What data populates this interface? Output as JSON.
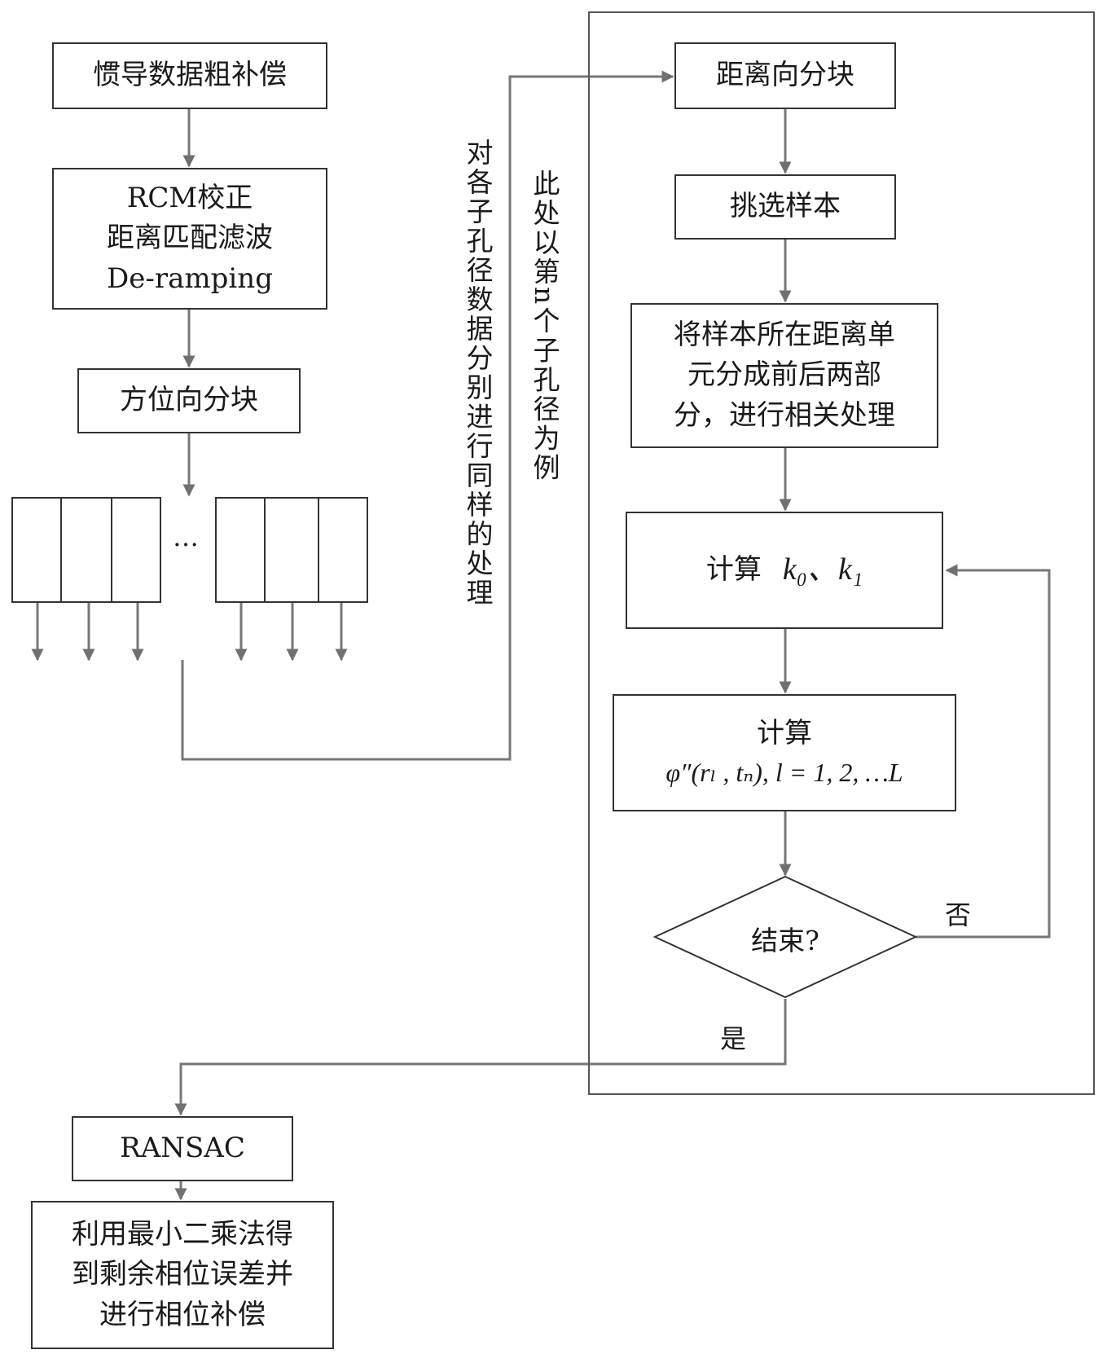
{
  "left_flow": {
    "step1": "惯导数据粗补偿",
    "step2": [
      "RCM校正",
      "距离匹配滤波",
      "De-ramping"
    ],
    "step3": "方位向分块",
    "ellipsis": "…",
    "note_vertical": "对各子孔径数据分别进行同样的处理",
    "note_example": "此处以第n个子孔径为例"
  },
  "right_flow": {
    "range_block": "距离向分块",
    "select_samples": "挑选样本",
    "split": [
      "将样本所在距离单",
      "元分成前后两部",
      "分，进行相关处理"
    ],
    "compute_k_label": "计算",
    "compute_k_formula": "k₀、k₁",
    "compute_phi_label": "计算",
    "compute_phi_formula": "φ″(rₗ , tₙ), l = 1, 2, …L",
    "decision": "结束?",
    "no_label": "否",
    "yes_label": "是"
  },
  "bottom_flow": {
    "ransac": "RANSAC",
    "final": [
      "利用最小二乘法得",
      "到剩余相位误差并",
      "进行相位补偿"
    ]
  },
  "colors": {
    "line": "#777777",
    "border": "#333333",
    "arrow": "#707070"
  }
}
